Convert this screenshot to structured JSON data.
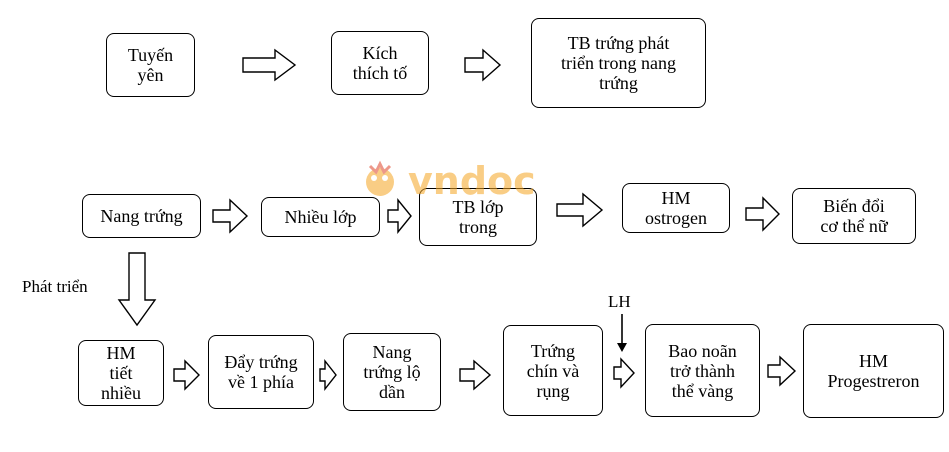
{
  "row1": [
    "Tuyến\nyên",
    "Kích\nthích tố",
    "TB trứng phát\ntriển trong nang\ntrứng"
  ],
  "row2": [
    "Nang trứng",
    "Nhiều lớp",
    "TB lớp\ntrong",
    "HM\nostrogen",
    "Biến đổi\ncơ thể nữ"
  ],
  "row3": [
    "HM\ntiết\nnhiều",
    "Đẩy trứng\nvề 1 phía",
    "Nang\ntrứng lộ\ndần",
    "Trứng\nchín và\nrụng",
    "Bao noãn\ntrở thành\nthể vàng",
    "HM\nProgestreron"
  ],
  "labels": {
    "develop": "Phát triển",
    "lh": "LH"
  },
  "watermark": {
    "text": "vndoc",
    "color": "#f5a623"
  }
}
